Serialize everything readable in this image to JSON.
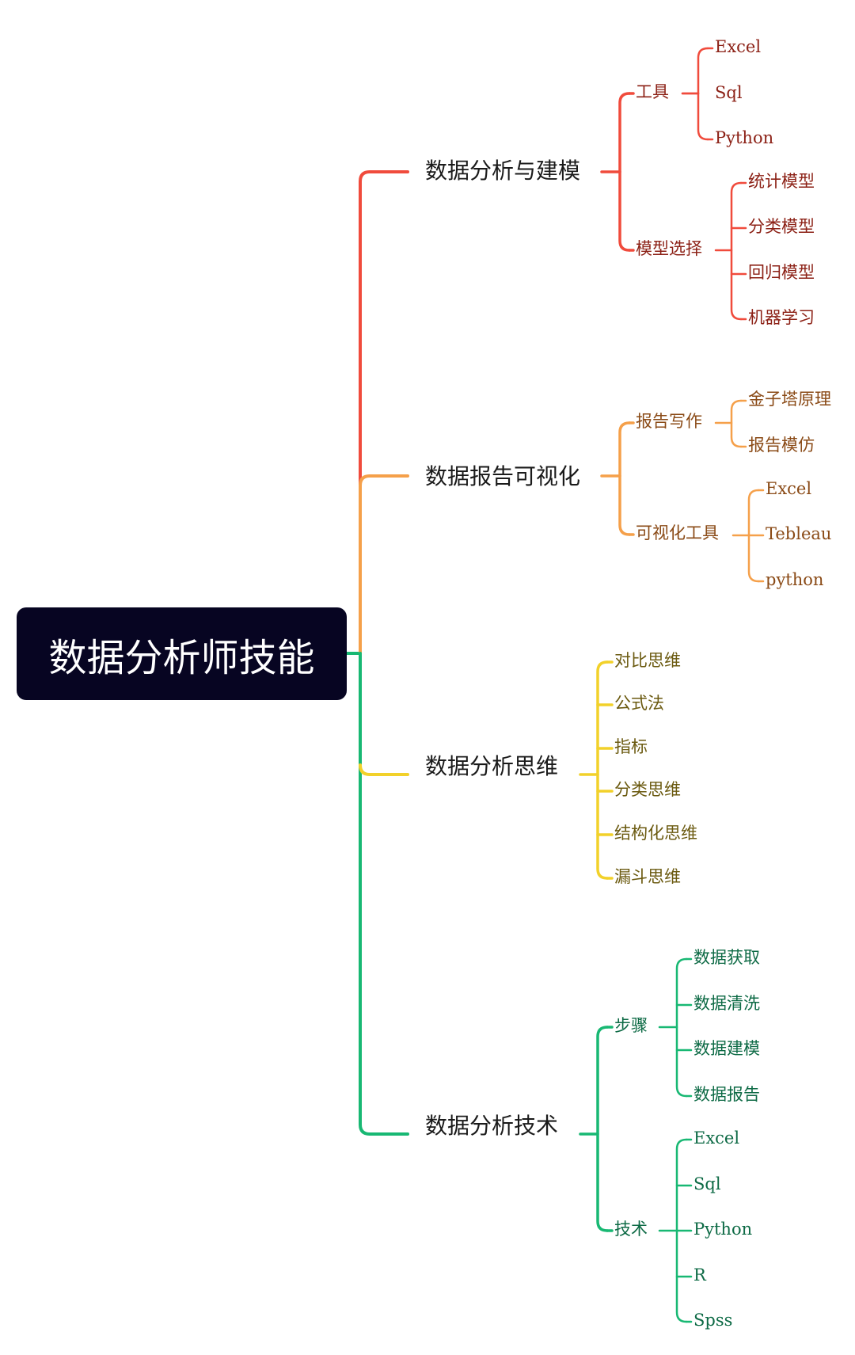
{
  "colors": {
    "root_bg": "#070522",
    "red": "#f04b3c",
    "orange": "#f5a04a",
    "yellow": "#f2d12a",
    "green": "#18b873"
  },
  "root": {
    "label": "数据分析师技能"
  },
  "branches": [
    {
      "label": "数据分析与建模",
      "color": "red",
      "groups": [
        {
          "label": "工具",
          "items": [
            "Excel",
            "Sql",
            "Python"
          ]
        },
        {
          "label": "模型选择",
          "items": [
            "统计模型",
            "分类模型",
            "回归模型",
            "机器学习"
          ]
        }
      ]
    },
    {
      "label": "数据报告可视化",
      "color": "orange",
      "groups": [
        {
          "label": "报告写作",
          "items": [
            "金子塔原理",
            "报告模仿"
          ]
        },
        {
          "label": "可视化工具",
          "items": [
            "Excel",
            "Tebleau",
            "python"
          ]
        }
      ]
    },
    {
      "label": "数据分析思维",
      "color": "yellow",
      "items": [
        "对比思维",
        "公式法",
        "指标",
        "分类思维",
        "结构化思维",
        "漏斗思维"
      ]
    },
    {
      "label": "数据分析技术",
      "color": "green",
      "groups": [
        {
          "label": "步骤",
          "items": [
            "数据获取",
            "数据清洗",
            "数据建模",
            "数据报告"
          ]
        },
        {
          "label": "技术",
          "items": [
            "Excel",
            "Sql",
            "Python",
            "R",
            "Spss"
          ]
        }
      ]
    }
  ]
}
